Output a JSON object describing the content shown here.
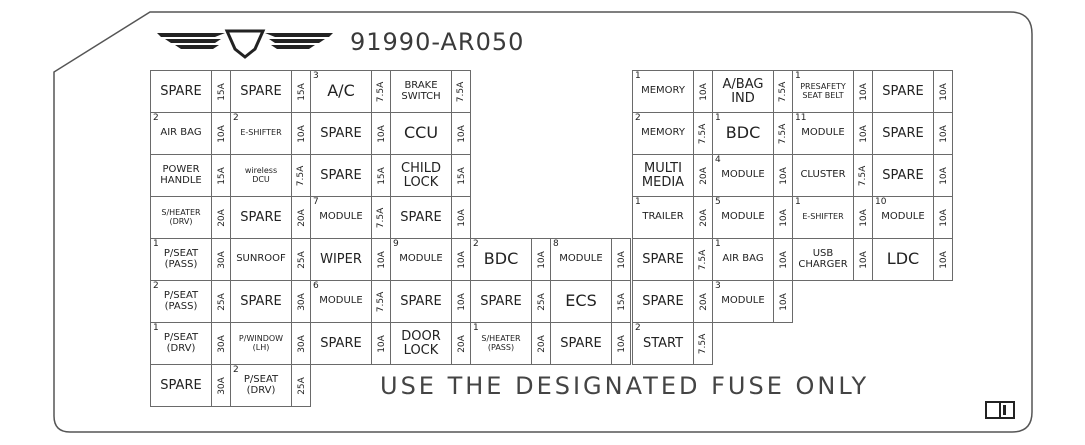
{
  "header": {
    "part_number": "91990-AR050",
    "logo_icon": "winged-emblem-logo"
  },
  "footer": {
    "notice": "USE THE DESIGNATED FUSE ONLY",
    "book_icon": "manual-book-icon"
  },
  "left_bank": [
    [
      {
        "n": "",
        "l": "SPARE",
        "a": "15A"
      },
      {
        "n": "",
        "l": "SPARE",
        "a": "15A"
      },
      {
        "n": "3",
        "l": "A/C",
        "a": "7.5A"
      },
      {
        "n": "",
        "l": "BRAKE\nSWITCH",
        "a": "7.5A"
      }
    ],
    [
      {
        "n": "2",
        "l": "AIR BAG",
        "a": "10A"
      },
      {
        "n": "2",
        "l": "E-SHIFTER",
        "a": "10A"
      },
      {
        "n": "",
        "l": "SPARE",
        "a": "10A"
      },
      {
        "n": "",
        "l": "CCU",
        "a": "10A"
      }
    ],
    [
      {
        "n": "",
        "l": "POWER\nHANDLE",
        "a": "15A"
      },
      {
        "n": "",
        "l": "wireless\nDCU",
        "a": "7.5A"
      },
      {
        "n": "",
        "l": "SPARE",
        "a": "15A"
      },
      {
        "n": "",
        "l": "CHILD\nLOCK",
        "a": "15A"
      }
    ],
    [
      {
        "n": "",
        "l": "S/HEATER\n(DRV)",
        "a": "20A"
      },
      {
        "n": "",
        "l": "SPARE",
        "a": "20A"
      },
      {
        "n": "7",
        "l": "MODULE",
        "a": "7.5A"
      },
      {
        "n": "",
        "l": "SPARE",
        "a": "10A"
      }
    ],
    [
      {
        "n": "1",
        "l": "P/SEAT\n(PASS)",
        "a": "30A"
      },
      {
        "n": "",
        "l": "SUNROOF",
        "a": "25A"
      },
      {
        "n": "",
        "l": "WIPER",
        "a": "10A"
      },
      {
        "n": "9",
        "l": "MODULE",
        "a": "10A"
      },
      {
        "n": "2",
        "l": "BDC",
        "a": "10A"
      },
      {
        "n": "8",
        "l": "MODULE",
        "a": "10A"
      }
    ],
    [
      {
        "n": "2",
        "l": "P/SEAT\n(PASS)",
        "a": "25A"
      },
      {
        "n": "",
        "l": "SPARE",
        "a": "30A"
      },
      {
        "n": "6",
        "l": "MODULE",
        "a": "7.5A"
      },
      {
        "n": "",
        "l": "SPARE",
        "a": "10A"
      },
      {
        "n": "",
        "l": "SPARE",
        "a": "25A"
      },
      {
        "n": "",
        "l": "ECS",
        "a": "15A"
      }
    ],
    [
      {
        "n": "1",
        "l": "P/SEAT\n(DRV)",
        "a": "30A"
      },
      {
        "n": "",
        "l": "P/WINDOW\n(LH)",
        "a": "30A"
      },
      {
        "n": "",
        "l": "SPARE",
        "a": "10A"
      },
      {
        "n": "",
        "l": "DOOR\nLOCK",
        "a": "20A"
      },
      {
        "n": "1",
        "l": "S/HEATER\n(PASS)",
        "a": "20A"
      },
      {
        "n": "",
        "l": "SPARE",
        "a": "10A"
      }
    ],
    [
      {
        "n": "",
        "l": "SPARE",
        "a": "30A"
      },
      {
        "n": "2",
        "l": "P/SEAT\n(DRV)",
        "a": "25A"
      }
    ]
  ],
  "right_bank": [
    [
      {
        "n": "1",
        "l": "MEMORY",
        "a": "10A"
      },
      {
        "n": "",
        "l": "A/BAG\nIND",
        "a": "7.5A"
      },
      {
        "n": "1",
        "l": "PRESAFETY\nSEAT BELT",
        "a": "10A"
      },
      {
        "n": "",
        "l": "SPARE",
        "a": "10A"
      }
    ],
    [
      {
        "n": "2",
        "l": "MEMORY",
        "a": "7.5A"
      },
      {
        "n": "1",
        "l": "BDC",
        "a": "7.5A"
      },
      {
        "n": "11",
        "l": "MODULE",
        "a": "10A"
      },
      {
        "n": "",
        "l": "SPARE",
        "a": "10A"
      }
    ],
    [
      {
        "n": "",
        "l": "MULTI\nMEDIA",
        "a": "20A"
      },
      {
        "n": "4",
        "l": "MODULE",
        "a": "10A"
      },
      {
        "n": "",
        "l": "CLUSTER",
        "a": "7.5A"
      },
      {
        "n": "",
        "l": "SPARE",
        "a": "10A"
      }
    ],
    [
      {
        "n": "1",
        "l": "TRAILER",
        "a": "20A"
      },
      {
        "n": "5",
        "l": "MODULE",
        "a": "10A"
      },
      {
        "n": "1",
        "l": "E-SHIFTER",
        "a": "10A"
      },
      {
        "n": "10",
        "l": "MODULE",
        "a": "10A"
      }
    ],
    [
      {
        "n": "",
        "l": "SPARE",
        "a": "7.5A"
      },
      {
        "n": "1",
        "l": "AIR BAG",
        "a": "10A"
      },
      {
        "n": "",
        "l": "USB\nCHARGER",
        "a": "10A"
      },
      {
        "n": "",
        "l": "LDC",
        "a": "10A"
      }
    ],
    [
      {
        "n": "",
        "l": "SPARE",
        "a": "20A"
      },
      {
        "n": "3",
        "l": "MODULE",
        "a": "10A"
      }
    ],
    [
      {
        "n": "2",
        "l": "START",
        "a": "7.5A"
      }
    ]
  ]
}
